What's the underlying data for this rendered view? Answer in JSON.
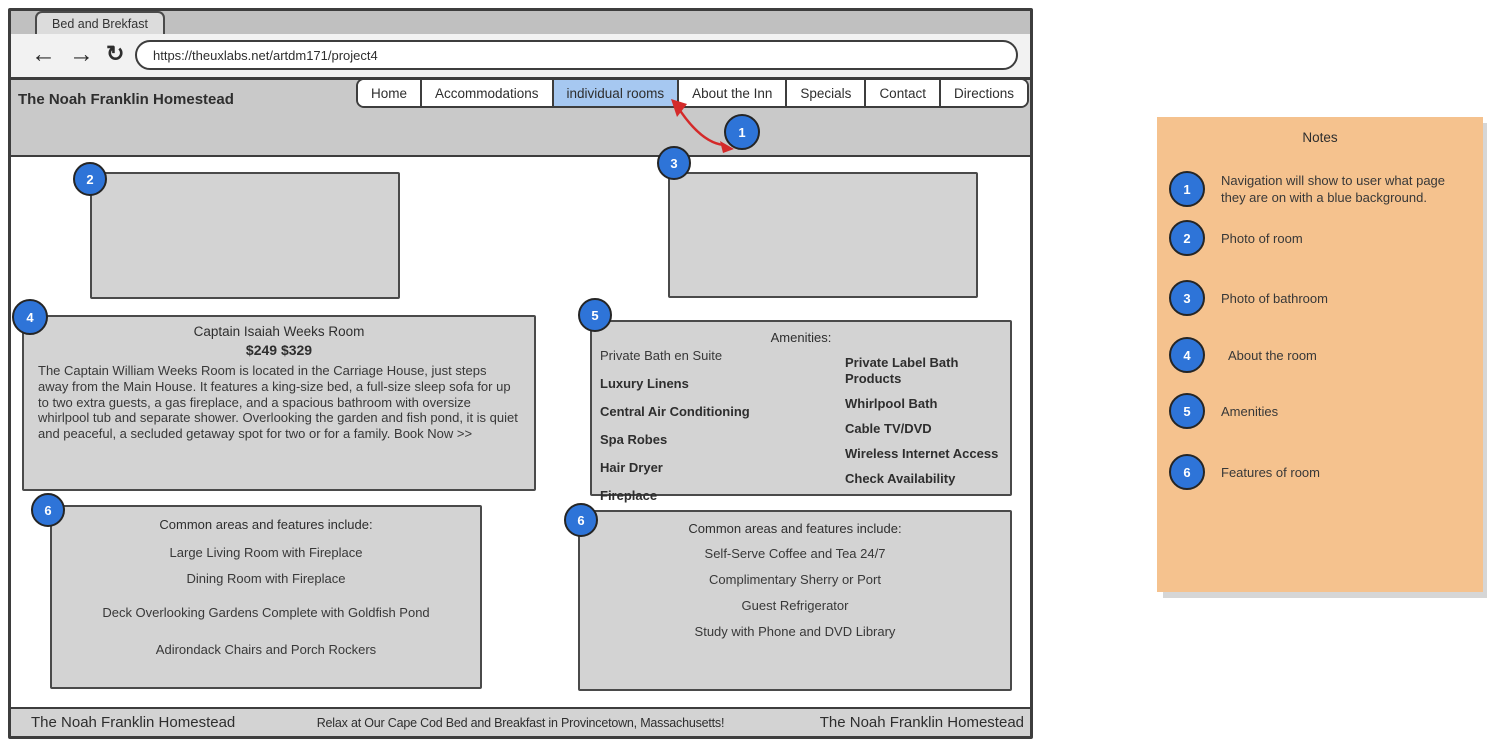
{
  "browser": {
    "tab_title": "Bed and Brekfast",
    "url": "https://theuxlabs.net/artdm171/project4"
  },
  "header": {
    "site_title": "The Noah Franklin Homestead"
  },
  "nav": {
    "items": [
      "Home",
      "Accommodations",
      "individual rooms",
      "About the Inn",
      "Specials",
      "Contact",
      "Directions"
    ],
    "active_item": "individual rooms"
  },
  "badge_numbers": [
    "1",
    "2",
    "3",
    "4",
    "5",
    "6"
  ],
  "room": {
    "title": "Captain Isaiah Weeks Room",
    "price": "$249 $329",
    "description": "The Captain William Weeks Room is located in the Carriage House, just steps away from the Main House. It features a king-size bed, a full-size sleep sofa for up to two extra guests, a gas fireplace, and a spacious bathroom with oversize whirlpool tub and separate shower.  Overlooking the garden and fish pond, it is quiet and peaceful, a secluded getaway spot for two or for a family.",
    "book_now": "Book Now >>"
  },
  "amenities": {
    "header": "Amenities:",
    "left": [
      "Private Bath en Suite",
      "Luxury Linens",
      "Central Air Conditioning",
      "Spa Robes",
      "Hair Dryer",
      "Fireplace"
    ],
    "right": [
      "Private Label Bath Products",
      "Whirlpool Bath",
      "Cable TV/DVD",
      "Wireless Internet Access",
      "Check Availability"
    ]
  },
  "common_left": {
    "header": "Common areas and features include:",
    "items": [
      "Large Living Room with Fireplace",
      "Dining Room with Fireplace",
      "Deck Overlooking Gardens Complete with Goldfish Pond",
      "Adirondack Chairs and Porch Rockers"
    ]
  },
  "common_right": {
    "header": "Common areas and features include:",
    "items": [
      "Self-Serve Coffee and Tea 24/7",
      "Complimentary Sherry or Port",
      "Guest Refrigerator",
      "Study with Phone and DVD Library"
    ]
  },
  "footer": {
    "left": "The Noah Franklin Homestead",
    "center": "Relax at Our Cape Cod Bed and Breakfast in Provincetown, Massachusetts!",
    "right": "The Noah Franklin Homestead"
  },
  "notes": {
    "title": "Notes",
    "items": [
      {
        "num": "1",
        "text": "Navigation will show to user what page they are on with a blue background."
      },
      {
        "num": "2",
        "text": "Photo of room"
      },
      {
        "num": "3",
        "text": "Photo of bathroom"
      },
      {
        "num": "4",
        "text": "About the room"
      },
      {
        "num": "5",
        "text": "Amenities"
      },
      {
        "num": "6",
        "text": "Features of room"
      }
    ]
  },
  "colors": {
    "badge_blue": "#2e74d8",
    "nav_active_blue": "#a6c8f1",
    "notes_panel_bg": "#f5c28e",
    "wireframe_gray": "#d3d3d3",
    "arrow_red": "#d42a2a"
  }
}
